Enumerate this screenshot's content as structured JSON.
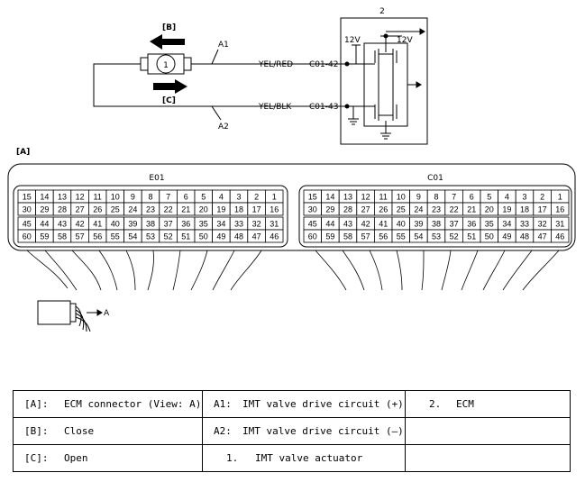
{
  "circuit": {
    "ecm_number": "2",
    "label_b": "[B]",
    "label_c": "[C]",
    "label_a1": "A1",
    "label_a2": "A2",
    "actuator_number": "1",
    "wire_top": "YEL/RED",
    "wire_bottom": "YEL/BLK",
    "terminal_top": "C01-42",
    "terminal_bottom": "C01-43",
    "voltage_left": "12V",
    "voltage_right": "12V"
  },
  "connector": {
    "view_label": "[A]",
    "left_name": "E01",
    "right_name": "C01",
    "view_arrow_label": "A",
    "row1": [
      "15",
      "14",
      "13",
      "12",
      "11",
      "10",
      "9",
      "8",
      "7",
      "6",
      "5",
      "4",
      "3",
      "2",
      "1"
    ],
    "row2": [
      "30",
      "29",
      "28",
      "27",
      "26",
      "25",
      "24",
      "23",
      "22",
      "21",
      "20",
      "19",
      "18",
      "17",
      "16"
    ],
    "row3": [
      "45",
      "44",
      "43",
      "42",
      "41",
      "40",
      "39",
      "38",
      "37",
      "36",
      "35",
      "34",
      "33",
      "32",
      "31"
    ],
    "row4": [
      "60",
      "59",
      "58",
      "57",
      "56",
      "55",
      "54",
      "53",
      "52",
      "51",
      "50",
      "49",
      "48",
      "47",
      "46"
    ]
  },
  "legend": {
    "r1c1_key": "[A]:",
    "r1c1_text": "ECM connector (View: A)",
    "r1c2_key": "A1:",
    "r1c2_text": "IMT valve drive circuit (+)",
    "r1c3_key": "2.",
    "r1c3_text": "ECM",
    "r2c1_key": "[B]:",
    "r2c1_text": "Close",
    "r2c2_key": "A2:",
    "r2c2_text": "IMT valve drive circuit (–)",
    "r3c1_key": "[C]:",
    "r3c1_text": "Open",
    "r3c2_key": "1.",
    "r3c2_text": "IMT valve actuator"
  }
}
